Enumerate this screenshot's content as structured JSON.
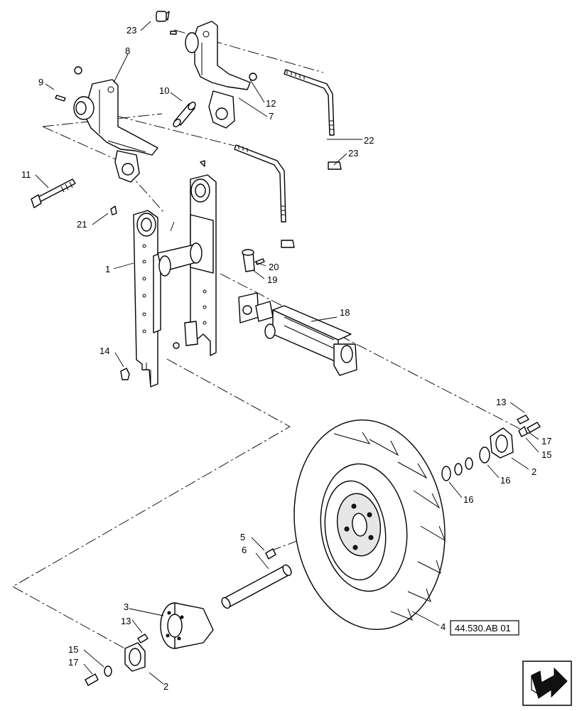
{
  "callouts": {
    "c1": "1",
    "c2a": "2",
    "c2b": "2",
    "c3": "3",
    "c4": "4",
    "c5": "5",
    "c6": "6",
    "c7": "7",
    "c8": "8",
    "c9": "9",
    "c10": "10",
    "c11": "11",
    "c12": "12",
    "c13a": "13",
    "c13b": "13",
    "c14": "14",
    "c15a": "15",
    "c15b": "15",
    "c16a": "16",
    "c16b": "16",
    "c17a": "17",
    "c17b": "17",
    "c18": "18",
    "c19": "19",
    "c20": "20",
    "c21": "21",
    "c22": "22",
    "c23a": "23",
    "c23b": "23"
  },
  "reference": {
    "label": "44.530.AB 01"
  },
  "nav_icon": "next-page-arrow-icon"
}
